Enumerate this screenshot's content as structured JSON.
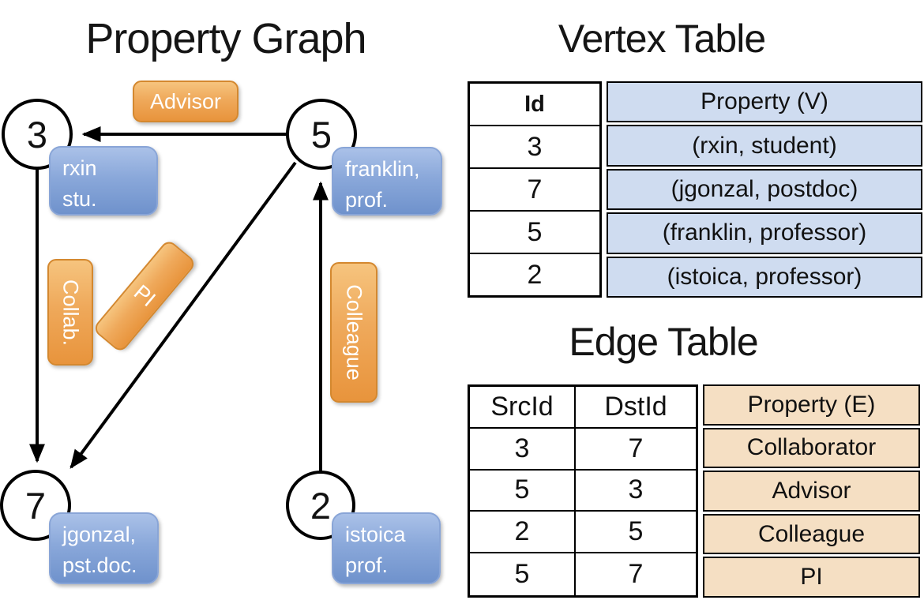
{
  "graph": {
    "title": "Property Graph",
    "nodes": [
      {
        "id": "3",
        "label_lines": [
          "rxin",
          "stu."
        ]
      },
      {
        "id": "5",
        "label_lines": [
          "franklin,",
          "prof."
        ]
      },
      {
        "id": "7",
        "label_lines": [
          "jgonzal,",
          "pst.doc."
        ]
      },
      {
        "id": "2",
        "label_lines": [
          "istoica",
          "prof."
        ]
      }
    ],
    "edges": [
      {
        "src": "5",
        "dst": "3",
        "label": "Advisor"
      },
      {
        "src": "3",
        "dst": "7",
        "label": "Collab."
      },
      {
        "src": "5",
        "dst": "7",
        "label": "PI"
      },
      {
        "src": "2",
        "dst": "5",
        "label": "Colleague"
      }
    ]
  },
  "vertex_table": {
    "title": "Vertex Table",
    "columns": [
      "Id",
      "Property (V)"
    ],
    "rows": [
      [
        "3",
        "(rxin, student)"
      ],
      [
        "7",
        "(jgonzal, postdoc)"
      ],
      [
        "5",
        "(franklin, professor)"
      ],
      [
        "2",
        "(istoica, professor)"
      ]
    ]
  },
  "edge_table": {
    "title": "Edge Table",
    "columns": [
      "SrcId",
      "DstId",
      "Property (E)"
    ],
    "rows": [
      [
        "3",
        "7",
        "Collaborator"
      ],
      [
        "5",
        "3",
        "Advisor"
      ],
      [
        "2",
        "5",
        "Colleague"
      ],
      [
        "5",
        "7",
        "PI"
      ]
    ]
  },
  "colors": {
    "edge_label_fill": "#efa95b",
    "vertex_label_fill": "#8aa8da",
    "vertex_property_bg": "#cfdcf0",
    "edge_property_bg": "#f5dfc3",
    "line_color": "#000000"
  }
}
